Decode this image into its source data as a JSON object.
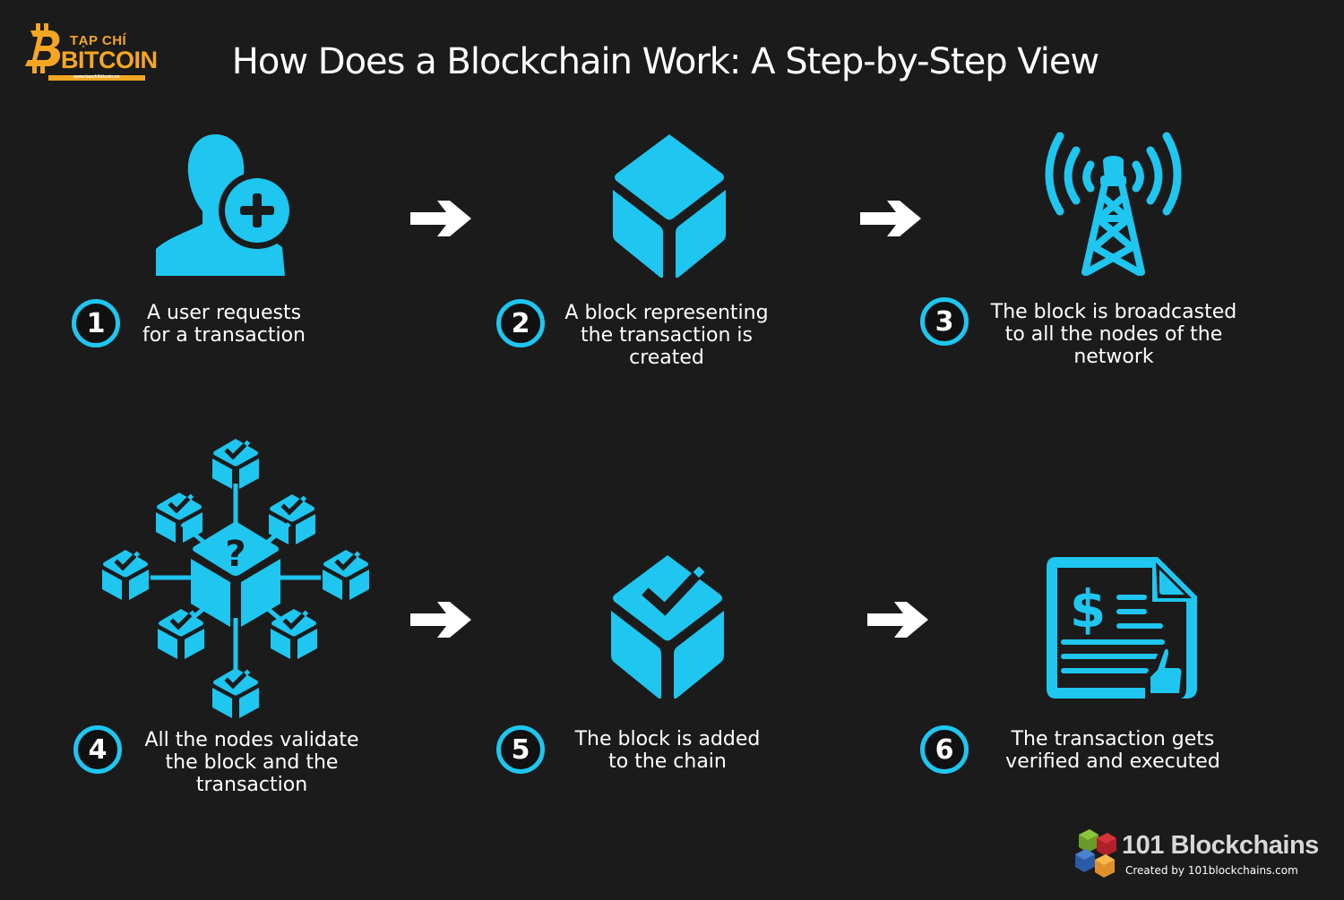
{
  "header": {
    "logo": {
      "line1": "TẠP CHÍ",
      "line2": "BITCOIN",
      "url": "www.tapchibitcoin.vn"
    },
    "title": "How Does a Blockchain Work: A Step-by-Step View"
  },
  "colors": {
    "background": "#1b1b1b",
    "accent": "#1ec6f0",
    "text": "#ffffff",
    "logo_orange": "#f5a623"
  },
  "steps": [
    {
      "number": "1",
      "icon": "user-add-icon",
      "text": "A user requests\nfor a transaction"
    },
    {
      "number": "2",
      "icon": "block-cube-icon",
      "text": "A block representing\nthe transaction is\ncreated"
    },
    {
      "number": "3",
      "icon": "broadcast-tower-icon",
      "text": "The block is broadcasted\nto all the nodes of the\nnetwork"
    },
    {
      "number": "4",
      "icon": "network-validation-icon",
      "text": "All the nodes validate\nthe block and the\ntransaction"
    },
    {
      "number": "5",
      "icon": "block-check-icon",
      "text": "The block is added\nto the chain"
    },
    {
      "number": "6",
      "icon": "document-approved-icon",
      "text": "The transaction gets\nverified and executed"
    }
  ],
  "arrows": [
    "arrow-right-icon",
    "arrow-right-icon",
    "arrow-right-icon",
    "arrow-right-icon"
  ],
  "footer": {
    "brand": "101 Blockchains",
    "credit": "Created by 101blockchains.com"
  }
}
